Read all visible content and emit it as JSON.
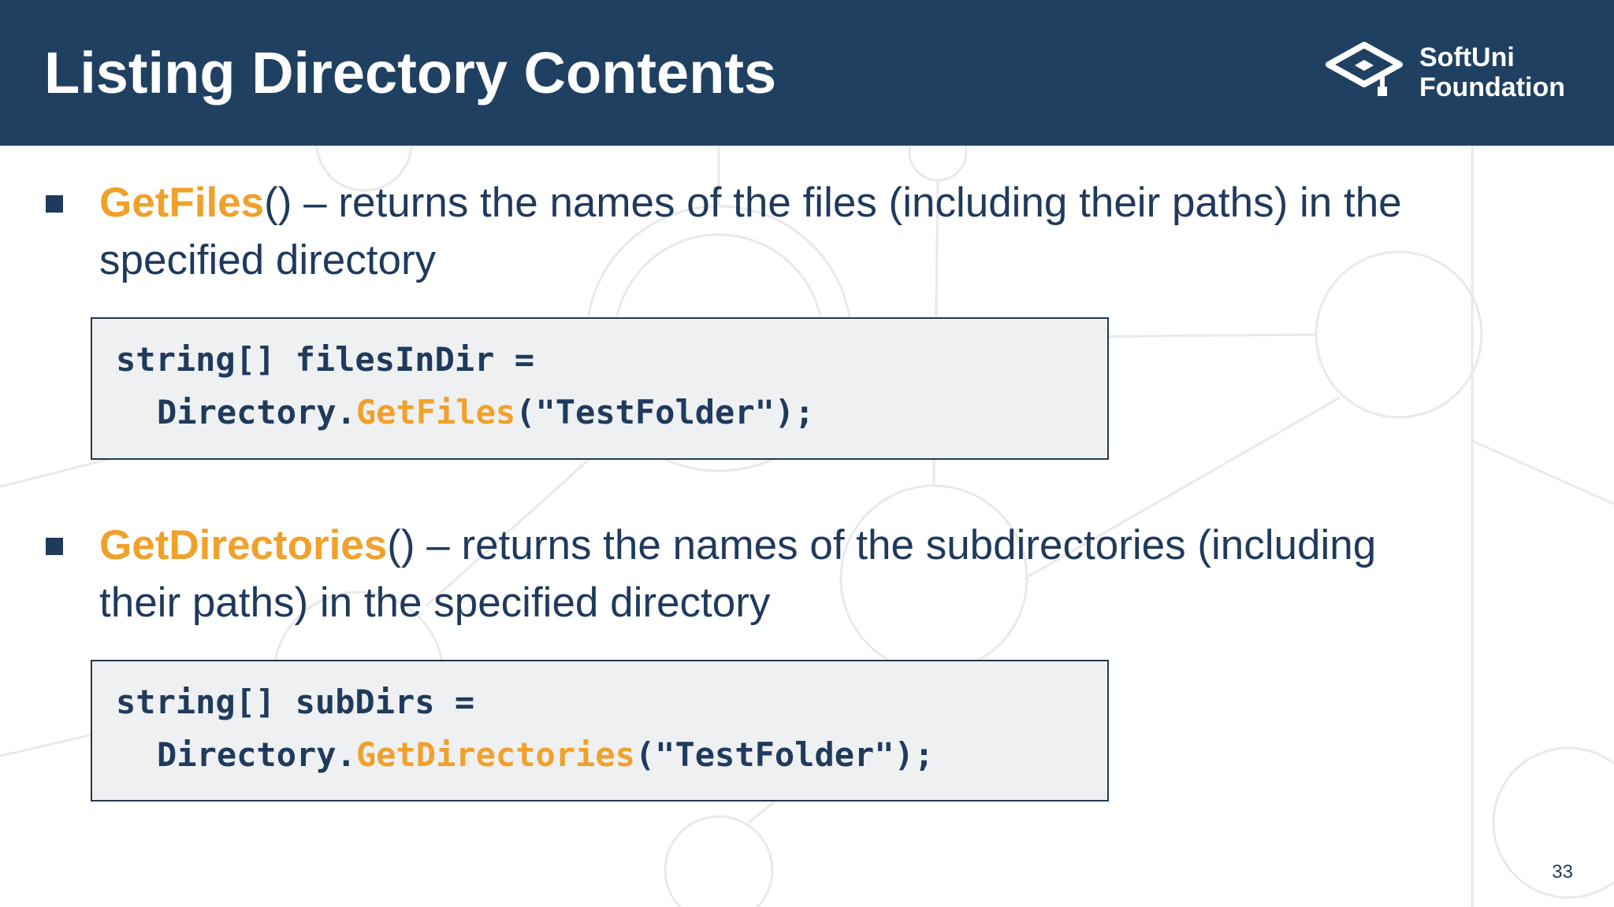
{
  "header": {
    "title": "Listing Directory Contents",
    "logo_line1": "SoftUni",
    "logo_line2": "Foundation"
  },
  "bullets": [
    {
      "keyword": "GetFiles",
      "text": "() – returns the names of the files (including their paths) in the specified directory"
    },
    {
      "keyword": "GetDirectories",
      "text": "() – returns the names of the subdirectories (including their paths) in the specified directory"
    }
  ],
  "code_blocks": [
    {
      "line1": "string[] filesInDir =",
      "line2_pre": "Directory.",
      "line2_keyword": "GetFiles",
      "line2_post": "(\"TestFolder\");"
    },
    {
      "line1": "string[] subDirs =",
      "line2_pre": "Directory.",
      "line2_keyword": "GetDirectories",
      "line2_post": "(\"TestFolder\");"
    }
  ],
  "page_number": "33",
  "colors": {
    "header_bg": "#1f4061",
    "navy": "#1f3a5c",
    "orange": "#f0a12b",
    "code_bg": "#eef0f2",
    "code_border": "#24394e",
    "pattern": "#e9e9e9"
  }
}
